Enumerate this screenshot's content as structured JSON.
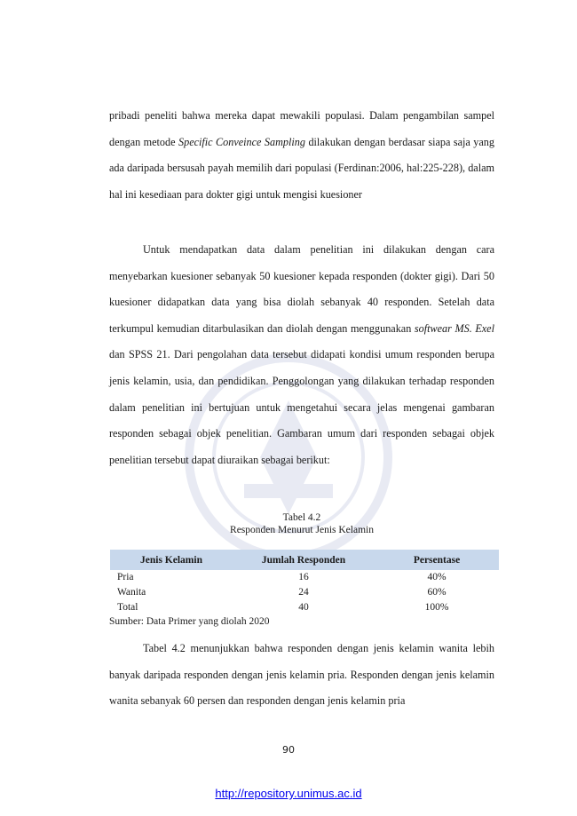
{
  "paragraph_1": {
    "text_a": "pribadi peneliti bahwa mereka dapat mewakili populasi. Dalam pengambilan sampel dengan metode ",
    "italic_a": "Specific Conveince Sampling",
    "text_b": " dilakukan dengan berdasar siapa saja yang ada daripada bersusah payah memilih dari populasi (Ferdinan:2006, hal:225-228), dalam hal ini kesediaan para dokter gigi untuk mengisi kuesioner"
  },
  "paragraph_2": {
    "text_a": "Untuk mendapatkan data dalam penelitian ini dilakukan dengan cara menyebarkan kuesioner sebanyak 50 kuesioner kepada responden (dokter gigi). Dari 50 kuesioner  didapatkan data yang bisa diolah sebanyak 40 responden. Setelah data terkumpul kemudian ditarbulasikan dan diolah dengan menggunakan ",
    "italic_a": "softwear MS. Exel",
    "text_b": " dan SPSS 21. Dari pengolahan data tersebut didapati kondisi umum responden berupa jenis kelamin, usia,  dan pendidikan. Penggolongan yang dilakukan terhadap responden dalam penelitian ini bertujuan untuk mengetahui secara jelas mengenai gambaran responden sebagai objek penelitian. Gambaran umum dari responden sebagai objek penelitian tersebut  dapat diuraikan  sebagai berikut:"
  },
  "table": {
    "caption_number": "Tabel 4.2",
    "caption_title": "Responden Menurut Jenis Kelamin",
    "headers": [
      "Jenis Kelamin",
      "Jumlah Responden",
      "Persentase"
    ],
    "rows": [
      [
        "Pria",
        "16",
        "40%"
      ],
      [
        "Wanita",
        "24",
        "60%"
      ],
      [
        "Total",
        "40",
        "100%"
      ]
    ],
    "source": "Sumber: Data Primer yang diolah 2020"
  },
  "paragraph_3": {
    "text": "Tabel 4.2 menunjukkan bahwa responden dengan jenis kelamin wanita lebih banyak daripada responden dengan jenis kelamin pria. Responden dengan jenis kelamin wanita sebanyak 60 persen dan responden dengan jenis kelamin pria"
  },
  "page_number": "90",
  "footer_link": "http://repository.unimus.ac.id",
  "colors": {
    "table_header_bg": "#c8d8ec",
    "link": "#0000ee"
  }
}
